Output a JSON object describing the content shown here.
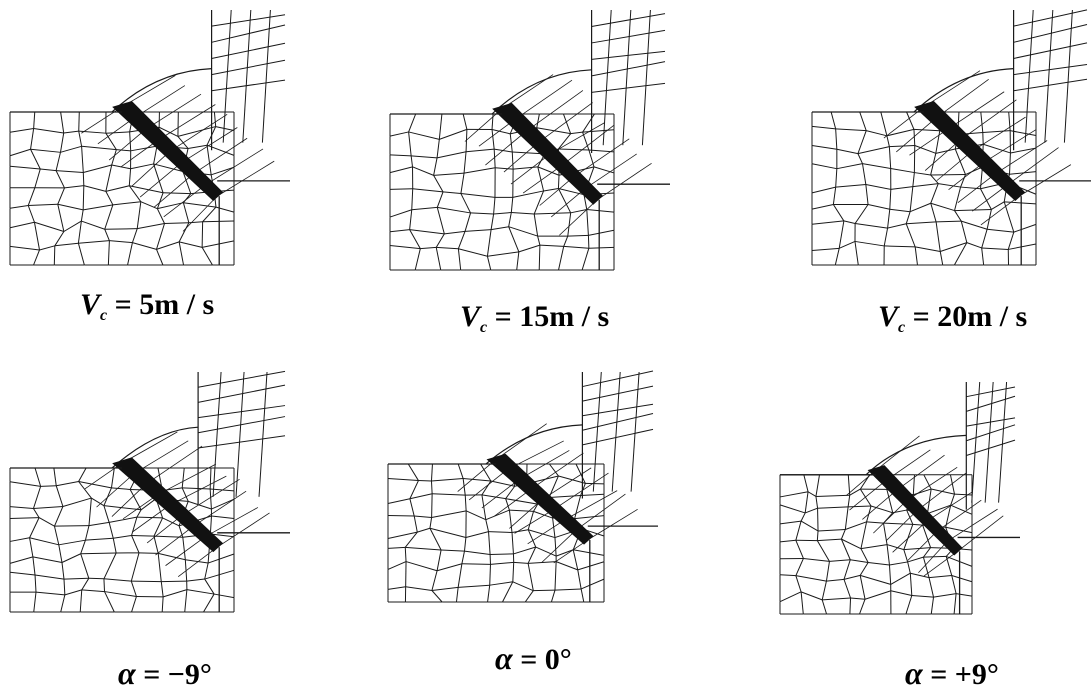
{
  "panels": [
    {
      "id": "vc5",
      "caption": {
        "symbol": "V",
        "sub": "c",
        "rhs": "= 5m / s"
      }
    },
    {
      "id": "vc15",
      "caption": {
        "symbol": "V",
        "sub": "c",
        "rhs": "= 15m / s"
      }
    },
    {
      "id": "vc20",
      "caption": {
        "symbol": "V",
        "sub": "c",
        "rhs": "= 20m / s"
      }
    },
    {
      "id": "am9",
      "caption": {
        "symbol": "α",
        "rhs": "= −9°"
      }
    },
    {
      "id": "a0",
      "caption": {
        "symbol": "α",
        "rhs": "= 0°"
      }
    },
    {
      "id": "ap9",
      "caption": {
        "symbol": "α",
        "rhs": "= +9°"
      }
    }
  ],
  "colors": {
    "mesh": "#1a1a1a",
    "background": "#ffffff"
  }
}
